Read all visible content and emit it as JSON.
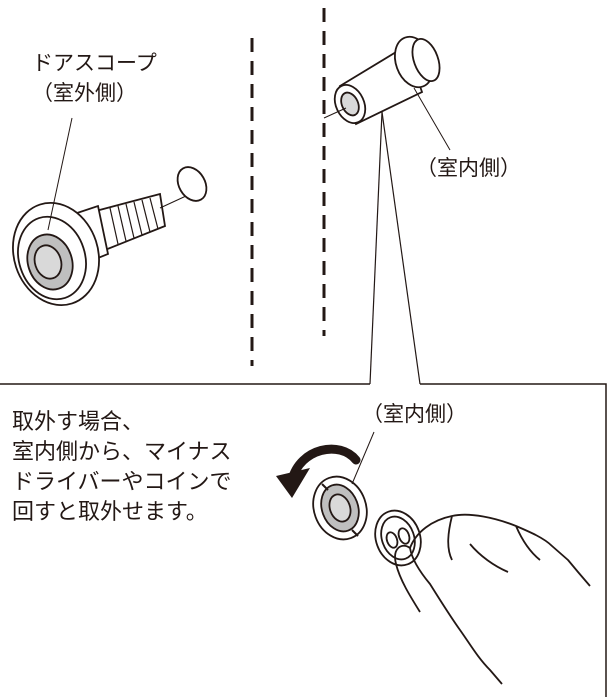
{
  "labels": {
    "scope_line1": "ドアスコープ",
    "scope_line2": "（室外側）",
    "inner_top": "（室内側）",
    "inner_bottom": "（室内側）"
  },
  "instructions": [
    "取外す場合、",
    "室内側から、マイナス",
    "ドライバーやコインで",
    "回すと取外せます。"
  ],
  "colors": {
    "ink": "#231815",
    "lens_gray": "#bfbfbf",
    "arrow": "#231815"
  }
}
